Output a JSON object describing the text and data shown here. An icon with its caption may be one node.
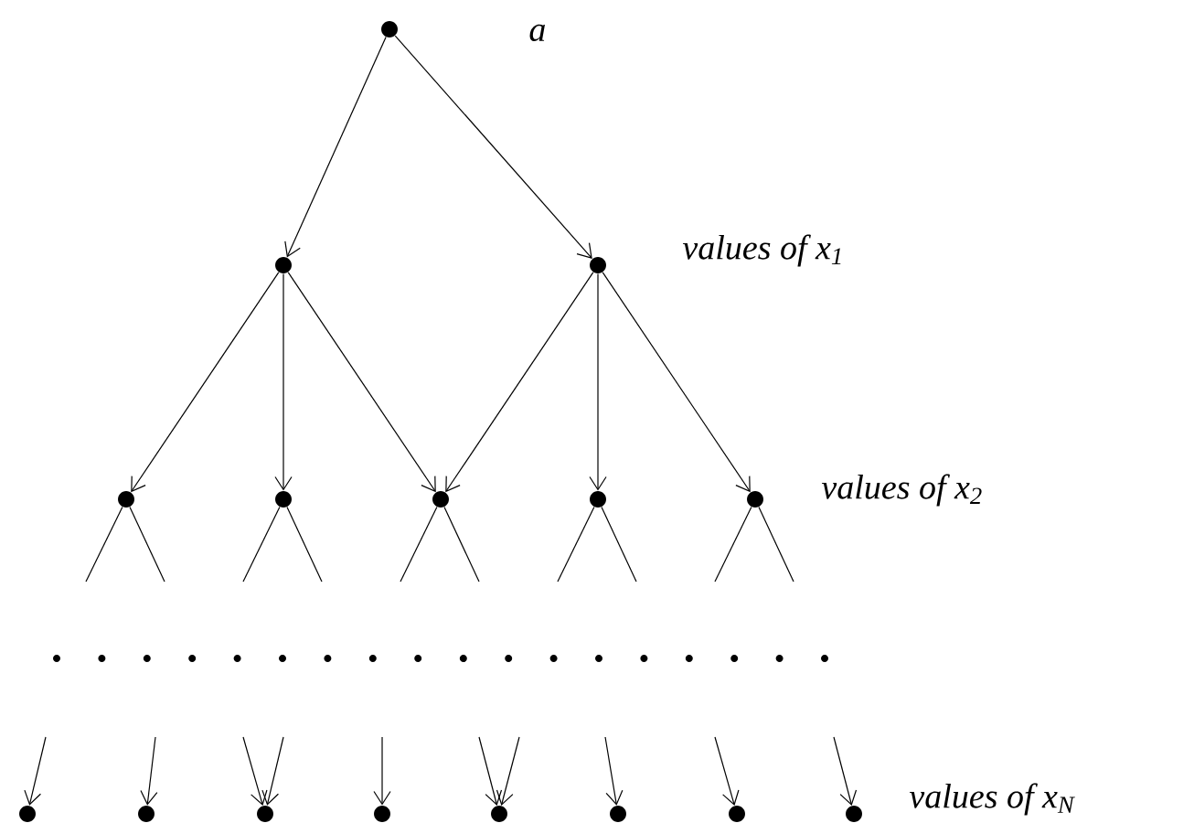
{
  "diagram": {
    "nodes": [
      {
        "text": [],
        "shape": "circle",
        "beside": [
          "a"
        ]
      },
      {
        "text": [],
        "shape": "circle"
      },
      {
        "text": [],
        "shape": "circle"
      },
      {
        "text": [],
        "shape": "circle"
      },
      {
        "text": [],
        "shape": "circle"
      },
      {
        "text": [],
        "shape": "circle"
      },
      {
        "text": [],
        "shape": "circle"
      },
      {
        "text": [],
        "shape": "circle"
      },
      {
        "text": [],
        "shape": "circle"
      },
      {
        "text": [],
        "shape": "circle"
      },
      {
        "text": [],
        "shape": "circle"
      },
      {
        "text": [],
        "shape": "circle"
      },
      {
        "text": [],
        "shape": "circle"
      },
      {
        "text": [],
        "shape": "circle"
      },
      {
        "text": [],
        "shape": "circle"
      },
      {
        "text": [],
        "shape": "circle"
      }
    ],
    "edges": [
      {
        "from": 0,
        "to": 1,
        "arrow": "to"
      },
      {
        "from": 0,
        "to": 2,
        "arrow": "to"
      },
      {
        "from": 1,
        "to": 3,
        "arrow": "to"
      },
      {
        "from": 1,
        "to": 4,
        "arrow": "to"
      },
      {
        "from": 1,
        "to": 5,
        "arrow": "to"
      },
      {
        "from": 2,
        "to": 5,
        "arrow": "to"
      },
      {
        "from": 2,
        "to": 6,
        "arrow": "to"
      },
      {
        "from": 2,
        "to": 7,
        "arrow": "to"
      },
      {
        "from": 3,
        "to": null,
        "arrow": "none"
      },
      {
        "from": 3,
        "to": null,
        "arrow": "none"
      },
      {
        "from": 4,
        "to": null,
        "arrow": "none"
      },
      {
        "from": 4,
        "to": null,
        "arrow": "none"
      },
      {
        "from": 5,
        "to": null,
        "arrow": "none"
      },
      {
        "from": 5,
        "to": null,
        "arrow": "none"
      },
      {
        "from": 6,
        "to": null,
        "arrow": "none"
      },
      {
        "from": 6,
        "to": null,
        "arrow": "none"
      },
      {
        "from": 7,
        "to": null,
        "arrow": "none"
      },
      {
        "from": 7,
        "to": null,
        "arrow": "none"
      },
      {
        "from": null,
        "to": 8,
        "arrow": "to"
      },
      {
        "from": null,
        "to": 9,
        "arrow": "to"
      },
      {
        "from": null,
        "to": 10,
        "arrow": "to"
      },
      {
        "from": null,
        "to": 10,
        "arrow": "to"
      },
      {
        "from": null,
        "to": 11,
        "arrow": "to"
      },
      {
        "from": null,
        "to": 12,
        "arrow": "to"
      },
      {
        "from": null,
        "to": 12,
        "arrow": "to"
      },
      {
        "from": null,
        "to": 13,
        "arrow": "to"
      },
      {
        "from": null,
        "to": 14,
        "arrow": "to"
      },
      {
        "from": null,
        "to": 15,
        "arrow": "to"
      }
    ],
    "labels": [
      "values of x$_{1}$",
      "values of x$_{2}$",
      "values of x$_{N}$"
    ]
  }
}
